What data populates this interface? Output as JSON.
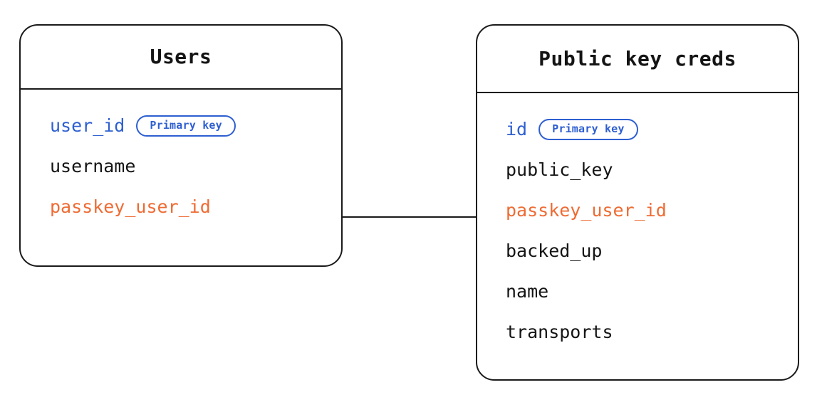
{
  "diagram": {
    "type": "entity-relationship-diagram",
    "background_color": "#ffffff",
    "colors": {
      "border": "#1a1a1a",
      "text": "#141414",
      "primary_key": "#2e5fd1",
      "foreign_key": "#ee6b33",
      "badge_border": "#2e5fd1"
    }
  },
  "entities": [
    {
      "id": "users",
      "title": "Users",
      "fields": [
        {
          "name": "user_id",
          "role": "pk",
          "badge": "Primary key"
        },
        {
          "name": "username",
          "role": "plain",
          "badge": null
        },
        {
          "name": "passkey_user_id",
          "role": "fk",
          "badge": null
        }
      ]
    },
    {
      "id": "public_key_creds",
      "title": "Public key creds",
      "fields": [
        {
          "name": "id",
          "role": "pk",
          "badge": "Primary key"
        },
        {
          "name": "public_key",
          "role": "plain",
          "badge": null
        },
        {
          "name": "passkey_user_id",
          "role": "fk",
          "badge": null
        },
        {
          "name": "backed_up",
          "role": "plain",
          "badge": null
        },
        {
          "name": "name",
          "role": "plain",
          "badge": null
        },
        {
          "name": "transports",
          "role": "plain",
          "badge": null
        }
      ]
    }
  ],
  "relationships": [
    {
      "from_entity": "users",
      "from_field": "passkey_user_id",
      "to_entity": "public_key_creds",
      "to_field": "passkey_user_id",
      "style": "straight-line",
      "label": ""
    }
  ]
}
